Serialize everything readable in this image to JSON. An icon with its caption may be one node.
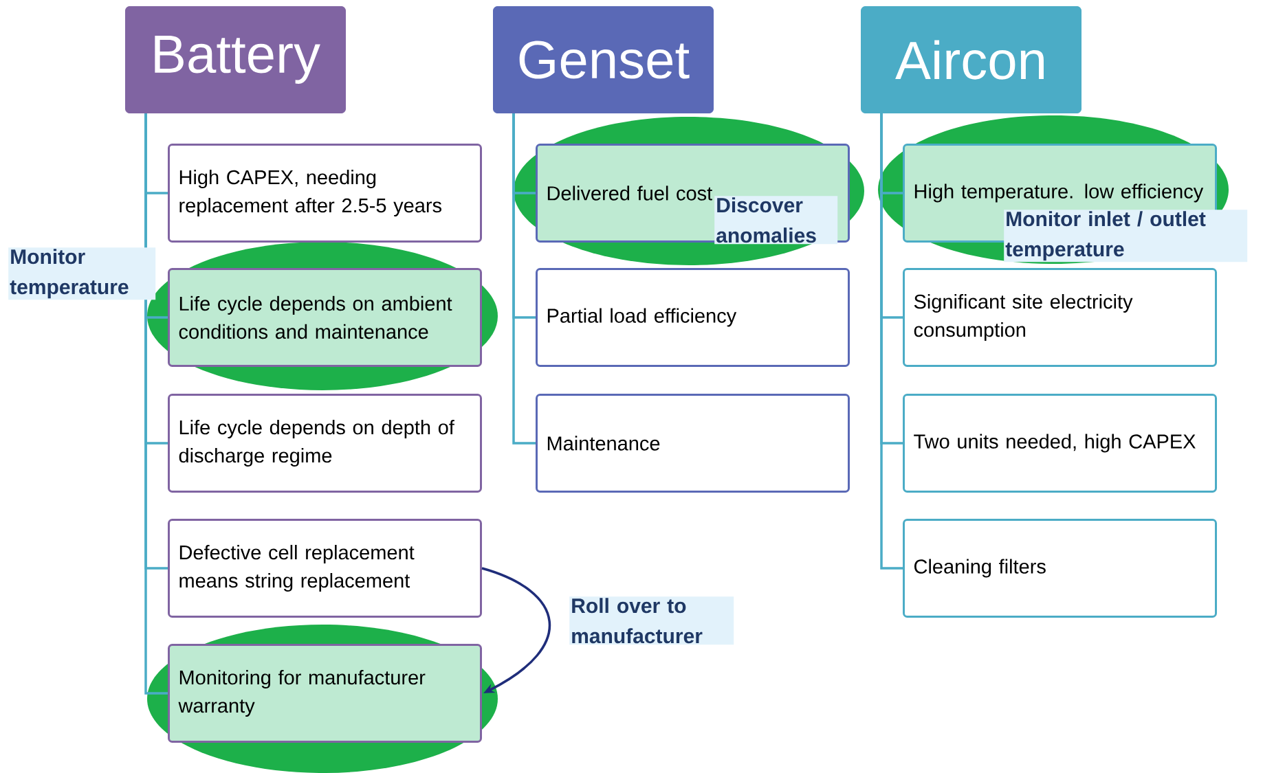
{
  "diagram": {
    "nodes": [
      {
        "text": [
          "Battery"
        ]
      },
      {
        "text": [
          "Genset"
        ]
      },
      {
        "text": [
          "Aircon"
        ]
      },
      {
        "text": [
          "High CAPEX, needing replacement after 2.5-5 years"
        ]
      },
      {
        "text": [
          "Life cycle depends on ambient conditions and maintenance"
        ]
      },
      {
        "text": [
          "Life cycle depends on depth of discharge regime"
        ]
      },
      {
        "text": [
          "Defective cell replacement means string replacement"
        ]
      },
      {
        "text": [
          "Monitoring for manufacturer warranty"
        ]
      },
      {
        "text": [
          "Delivered fuel cost"
        ]
      },
      {
        "text": [
          "Partial load efficiency"
        ]
      },
      {
        "text": [
          "Maintenance"
        ]
      },
      {
        "text": [
          "High temperature. low efficiency"
        ]
      },
      {
        "text": [
          "Significant site electricity consumption"
        ]
      },
      {
        "text": [
          "Two units needed, high CAPEX"
        ]
      },
      {
        "text": [
          "Cleaning filters"
        ]
      }
    ],
    "edges": [
      {
        "from": 0,
        "to": 3,
        "arrow": "none"
      },
      {
        "from": 0,
        "to": 4,
        "arrow": "none"
      },
      {
        "from": 0,
        "to": 5,
        "arrow": "none"
      },
      {
        "from": 0,
        "to": 6,
        "arrow": "none"
      },
      {
        "from": 0,
        "to": 7,
        "arrow": "none"
      },
      {
        "from": 1,
        "to": 8,
        "arrow": "none"
      },
      {
        "from": 1,
        "to": 9,
        "arrow": "none"
      },
      {
        "from": 1,
        "to": 10,
        "arrow": "none"
      },
      {
        "from": 2,
        "to": 11,
        "arrow": "none"
      },
      {
        "from": 2,
        "to": 12,
        "arrow": "none"
      },
      {
        "from": 2,
        "to": 13,
        "arrow": "none"
      },
      {
        "from": 2,
        "to": 14,
        "arrow": "none"
      },
      {
        "from": 6,
        "to": 7,
        "arrow": "to",
        "label": "Roll over to manufacturer",
        "color": "#1f2d7a"
      }
    ],
    "labels": [
      "Monitor temperature",
      "Discover anomalies",
      "Monitor inlet / outlet temperature"
    ]
  }
}
